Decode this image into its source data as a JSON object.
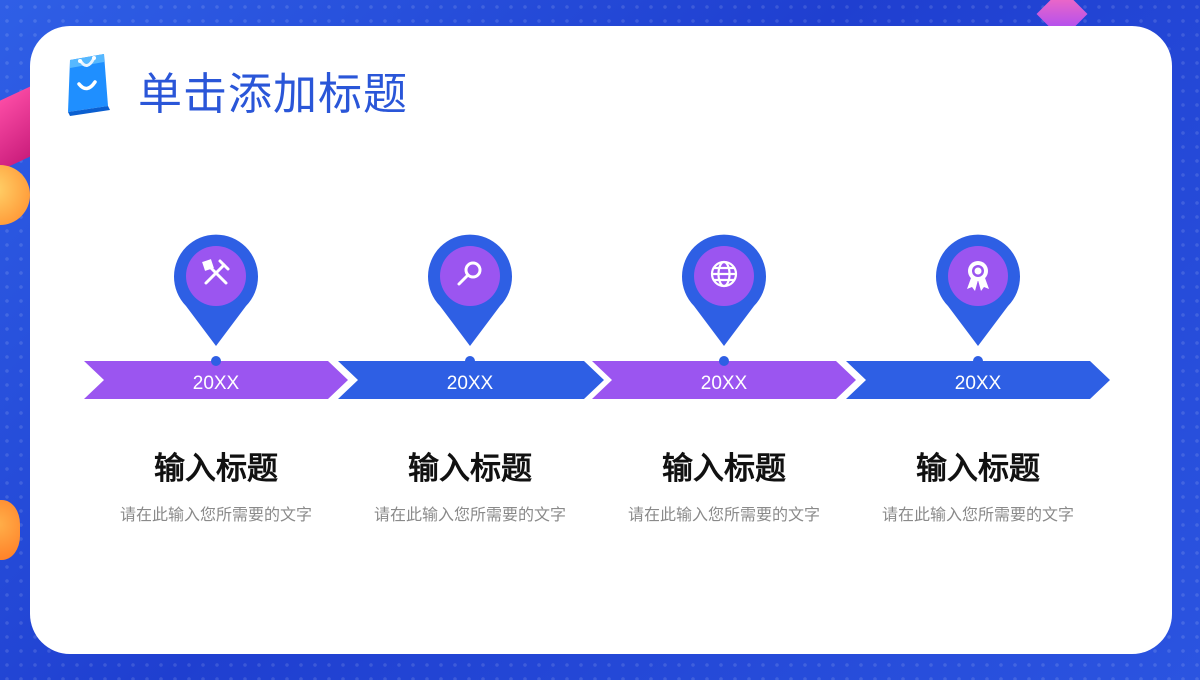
{
  "page": {
    "title": "单击添加标题"
  },
  "colors": {
    "blue": "#2e5fe4",
    "purple": "#9b55f0",
    "pin_outer": "#2e5fe4",
    "pin_inner": "#9b55f0"
  },
  "timeline": [
    {
      "year": "20XX",
      "icon": "tools-icon",
      "arrow_color": "#9b55f0",
      "title": "输入标题",
      "desc": "请在此输入您所需要的文字"
    },
    {
      "year": "20XX",
      "icon": "search-icon",
      "arrow_color": "#2e5fe4",
      "title": "输入标题",
      "desc": "请在此输入您所需要的文字"
    },
    {
      "year": "20XX",
      "icon": "globe-icon",
      "arrow_color": "#9b55f0",
      "title": "输入标题",
      "desc": "请在此输入您所需要的文字"
    },
    {
      "year": "20XX",
      "icon": "award-icon",
      "arrow_color": "#2e5fe4",
      "title": "输入标题",
      "desc": "请在此输入您所需要的文字"
    }
  ]
}
